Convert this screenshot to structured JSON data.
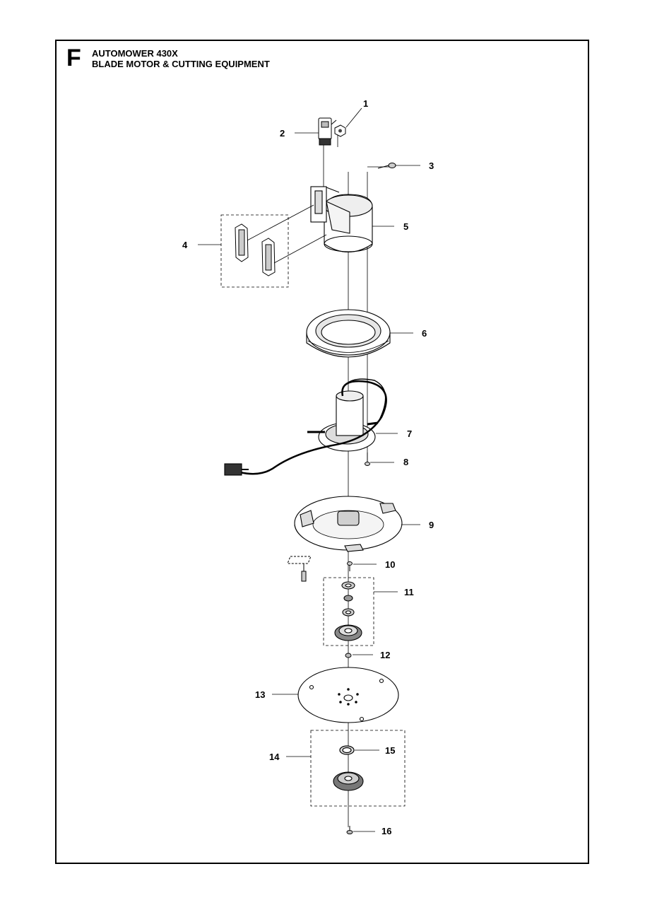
{
  "section_letter": "F",
  "title_line1": "AUTOMOWER 430X",
  "title_line2": "BLADE MOTOR & CUTTING EQUIPMENT",
  "part_labels": [
    "1",
    "2",
    "3",
    "4",
    "5",
    "6",
    "7",
    "8",
    "9",
    "10",
    "11",
    "12",
    "13",
    "14",
    "15",
    "16"
  ]
}
